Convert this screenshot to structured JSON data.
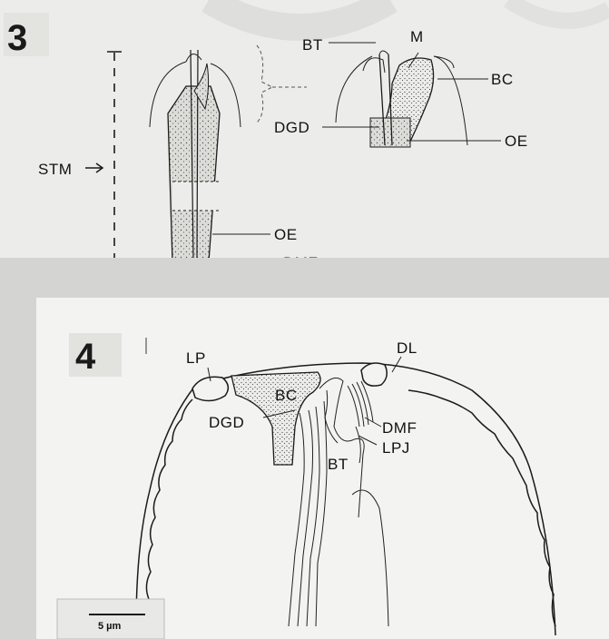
{
  "figure3": {
    "number": "3",
    "labels": {
      "bt": "BT",
      "m": "M",
      "bc": "BC",
      "dgd": "DGD",
      "oe_right": "OE",
      "stm": "STM",
      "oe_bottom": "OE",
      "dmf_cut": "DMF"
    }
  },
  "figure4": {
    "number": "4",
    "labels": {
      "lp": "LP",
      "dl": "DL",
      "bc": "BC",
      "dgd": "DGD",
      "dmf": "DMF",
      "lpj": "LPJ",
      "bt": "BT"
    },
    "scale_bar": "5 µm"
  },
  "colors": {
    "paper_top": "#ecedea",
    "paper_bottom": "#f3f3f1",
    "ink": "#1b1b1b",
    "backing": "#d8d8d6"
  }
}
